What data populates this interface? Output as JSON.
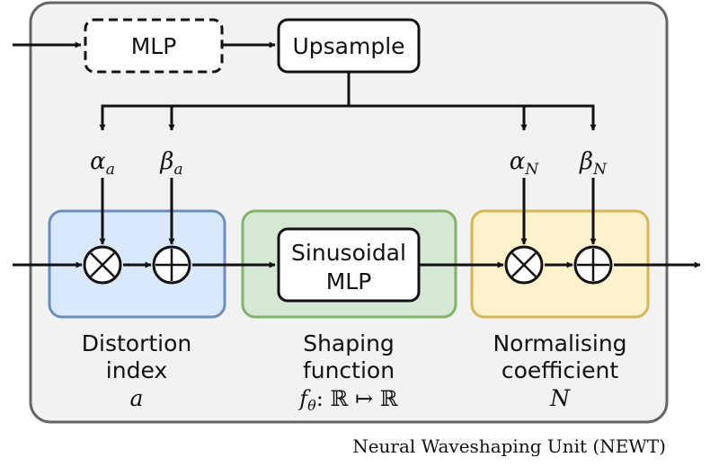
{
  "diagram": {
    "mlp_label": "MLP",
    "upsample_label": "Upsample",
    "alpha_a": {
      "symbol": "α",
      "sub": "a"
    },
    "beta_a": {
      "symbol": "β",
      "sub": "a"
    },
    "alpha_n": {
      "symbol": "α",
      "sub": "N"
    },
    "beta_n": {
      "symbol": "β",
      "sub": "N"
    },
    "sinusoidal_line1": "Sinusoidal",
    "sinusoidal_line2": "MLP",
    "distortion": {
      "line1": "Distortion",
      "line2": "index",
      "symbol": "a"
    },
    "shaping": {
      "line1": "Shaping",
      "line2": "function",
      "formula": "f",
      "formula_sub": "θ",
      "formula_rest": ": ℝ ↦ ℝ"
    },
    "normalising": {
      "line1": "Normalising",
      "line2": "coefficient",
      "symbol": "N"
    },
    "multiply_symbol": "×",
    "add_symbol": "+",
    "caption": "Neural Waveshaping Unit (NEWT)",
    "colors": {
      "outer_fill": "#f2f2f2",
      "outer_stroke": "#666666",
      "distortion_fill": "#dae8fc",
      "distortion_stroke": "#6c8ebf",
      "shaping_fill": "#d5e8d4",
      "shaping_stroke": "#82b366",
      "normalising_fill": "#fff2cc",
      "normalising_stroke": "#d6b656"
    }
  }
}
